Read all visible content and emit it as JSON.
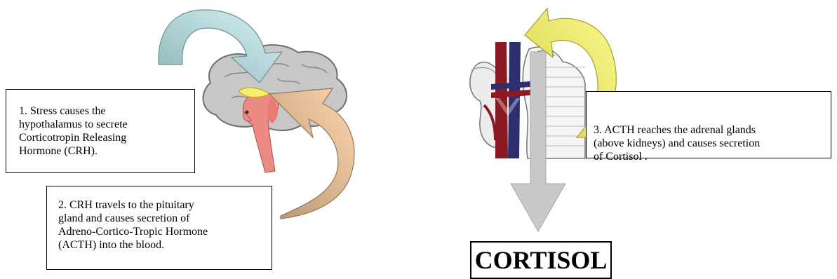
{
  "steps": [
    {
      "lines": [
        "1. Stress causes the",
        "hypothalamus to secrete",
        "Corticotropin Releasing",
        "Hormone (CRH)."
      ]
    },
    {
      "lines": [
        "2. CRH travels to the pituitary",
        "gland and causes secretion of",
        "Adreno-Cortico-Tropic Hormone",
        "(ACTH) into the blood."
      ]
    },
    {
      "lines": [
        "3. ACTH reaches the adrenal glands",
        "(above kidneys) and causes secretion",
        "of Cortisol ."
      ]
    }
  ],
  "result_label": "CORTISOL",
  "colors": {
    "arrow_1_cyan": "#bfe6ec",
    "arrow_1_teal": "#8fb6b8",
    "arrow_2_peach": "#f6c79e",
    "arrow_2_tan": "#c4a27e",
    "arrow_3_yellow": "#f4f07a",
    "arrow_3_olive": "#c8c84a",
    "brain_gray": "#c8c8c8",
    "hypothalamus_yellow": "#f7ee6a",
    "brainstem_pink": "#ec8a84",
    "artery_red": "#8b1a24",
    "vein_blue": "#2d2e6e",
    "cortisol_arrow_gray": "#c9c9c9"
  },
  "icons": [
    "brain-icon",
    "kidney-adrenal-icon",
    "curved-arrow-icon"
  ]
}
